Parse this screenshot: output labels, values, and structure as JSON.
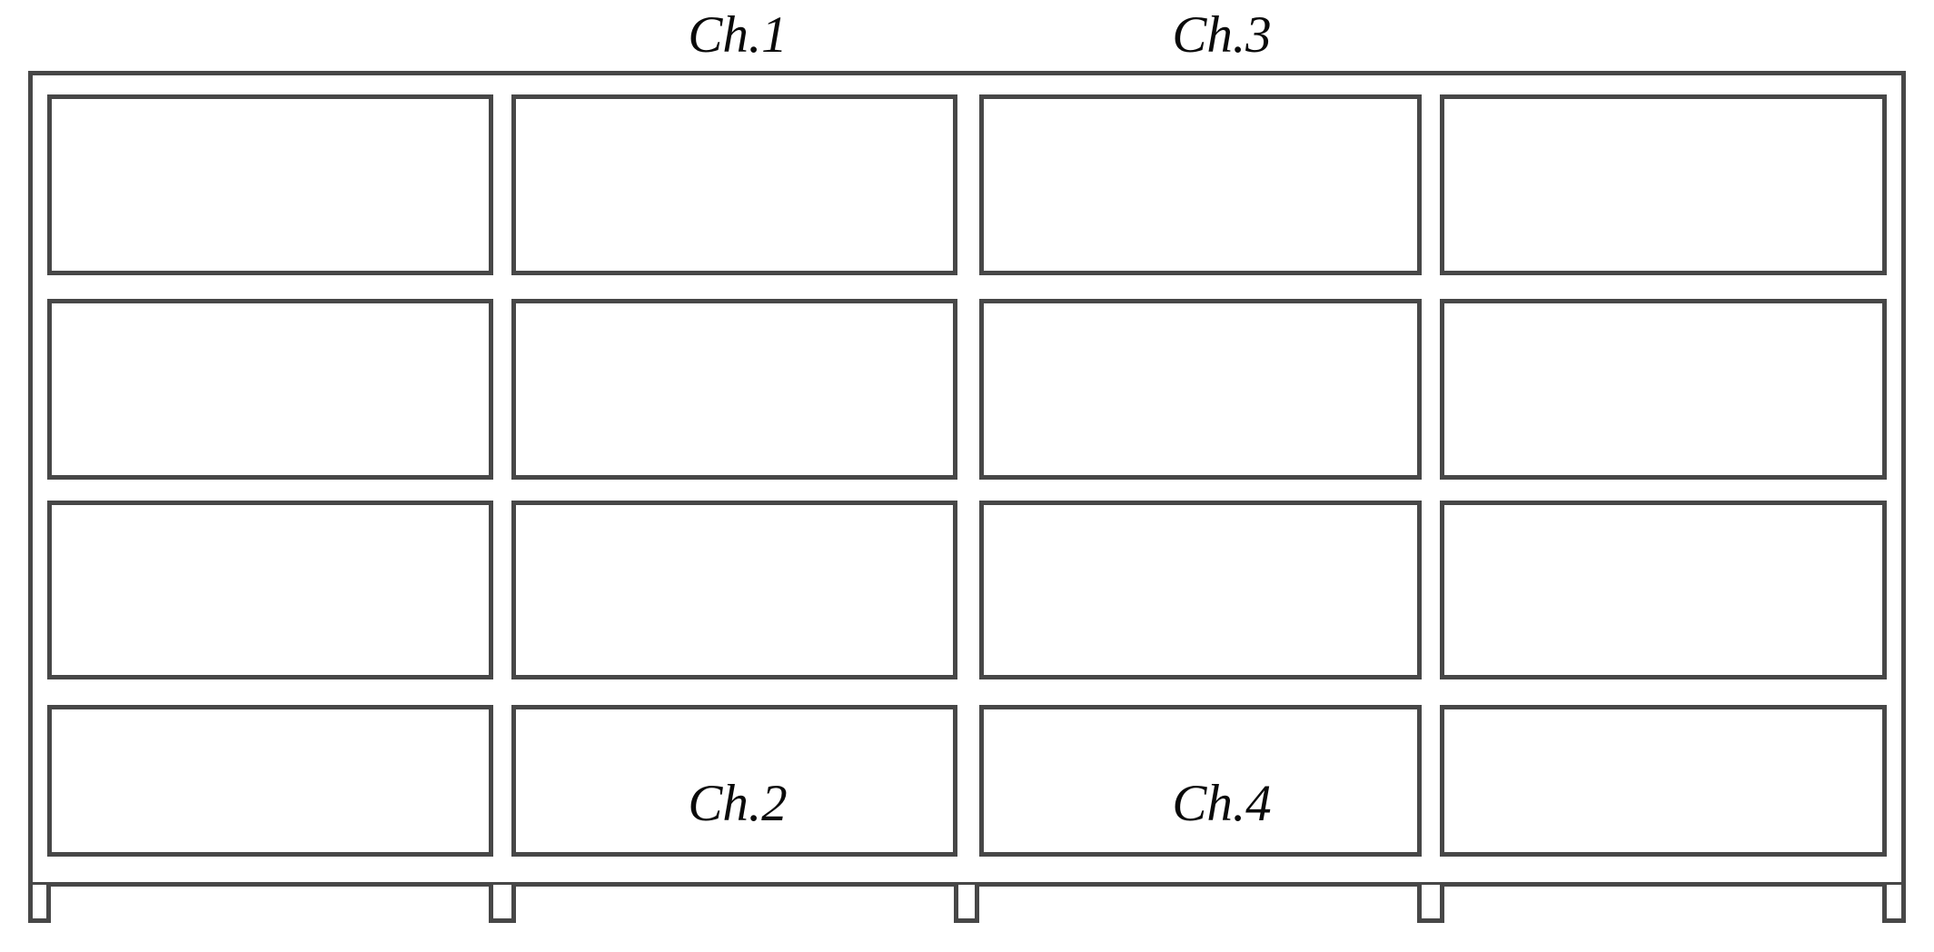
{
  "diagram": {
    "type": "structural-frame-elevation",
    "grid": {
      "rows": 4,
      "columns": 4
    },
    "labels": {
      "ch1": "Ch.1",
      "ch2": "Ch.2",
      "ch3": "Ch.3",
      "ch4": "Ch.4"
    },
    "colors": {
      "line": "#474747",
      "background": "#ffffff",
      "text": "#0a0a0a"
    }
  }
}
